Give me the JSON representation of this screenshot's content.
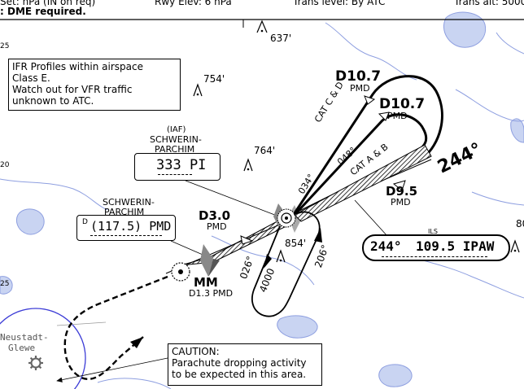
{
  "header": {
    "left_partial": "Set: hPa (IN on req)",
    "rwy_elev": "Rwy Elev: 6 hPa",
    "trans_level": "Trans level: By ATC",
    "trans_alt": "Trans alt: 5000",
    "dme_note": ": DME required."
  },
  "grid_labels": [
    "25",
    "20",
    "25"
  ],
  "notes": {
    "ifr_profiles": [
      "IFR Profiles within airspace",
      "Class E.",
      "Watch out for VFR traffic",
      "unknown to ATC."
    ],
    "caution": [
      "CAUTION:",
      "Parachute dropping activity",
      "to be expected in this area."
    ]
  },
  "obstacles": [
    "637'",
    "754'",
    "764'",
    "854'",
    "80"
  ],
  "ndb": {
    "role": "(IAF)",
    "name_line1": "SCHWERIN-",
    "name_line2": "PARCHIM",
    "freq": "333 PI"
  },
  "dme": {
    "name_line1": "SCHWERIN-",
    "name_line2": "PARCHIM",
    "prefix": "D",
    "freq": "(117.5) PMD"
  },
  "ils": {
    "label": "ILS",
    "course": "244°",
    "freq": "109.5 IPAW"
  },
  "fixes": {
    "d107_upper": {
      "dist": "D10.7",
      "ref": "PMD"
    },
    "d107_lower": {
      "dist": "D10.7",
      "ref": "PMD"
    },
    "d95": {
      "dist": "D9.5",
      "ref": "PMD"
    },
    "d30": {
      "dist": "D3.0",
      "ref": "PMD"
    },
    "mm": {
      "name": "MM",
      "dist": "D1.3 PMD"
    }
  },
  "tracks": {
    "cat_cd": "CAT C & D",
    "cat_ab": "CAT A & B",
    "r034": "034°",
    "r048": "048°",
    "inbound": "244°",
    "hold_out": "026°",
    "hold_in": "206°",
    "hold_alt": "4000"
  },
  "airport": {
    "line1": "Neustadt-",
    "line2": "Glewe"
  },
  "colors": {
    "water": "#c9d4f2",
    "water_edge": "#8e9fe0",
    "boundary": "#3c3cd6",
    "ink": "#000000"
  }
}
